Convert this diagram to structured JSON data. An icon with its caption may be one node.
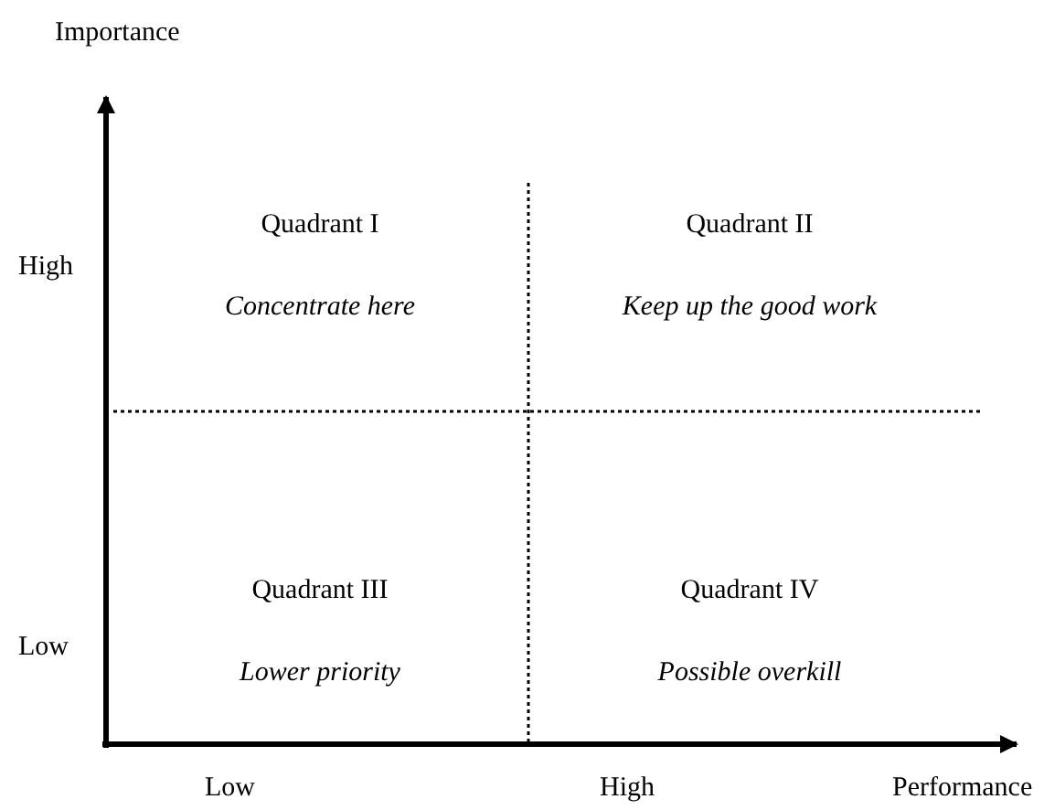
{
  "diagram": {
    "nodes": [
      {
        "text": [
          "Quadrant I",
          "Concentrate here"
        ]
      },
      {
        "text": [
          "Quadrant II",
          "Keep up the good work"
        ]
      },
      {
        "text": [
          "Quadrant III",
          "Lower priority"
        ]
      },
      {
        "text": [
          "Quadrant IV",
          "Possible overkill"
        ]
      }
    ],
    "labels": [
      "Importance",
      "High",
      "Low",
      "Low",
      "High",
      "Performance"
    ]
  }
}
